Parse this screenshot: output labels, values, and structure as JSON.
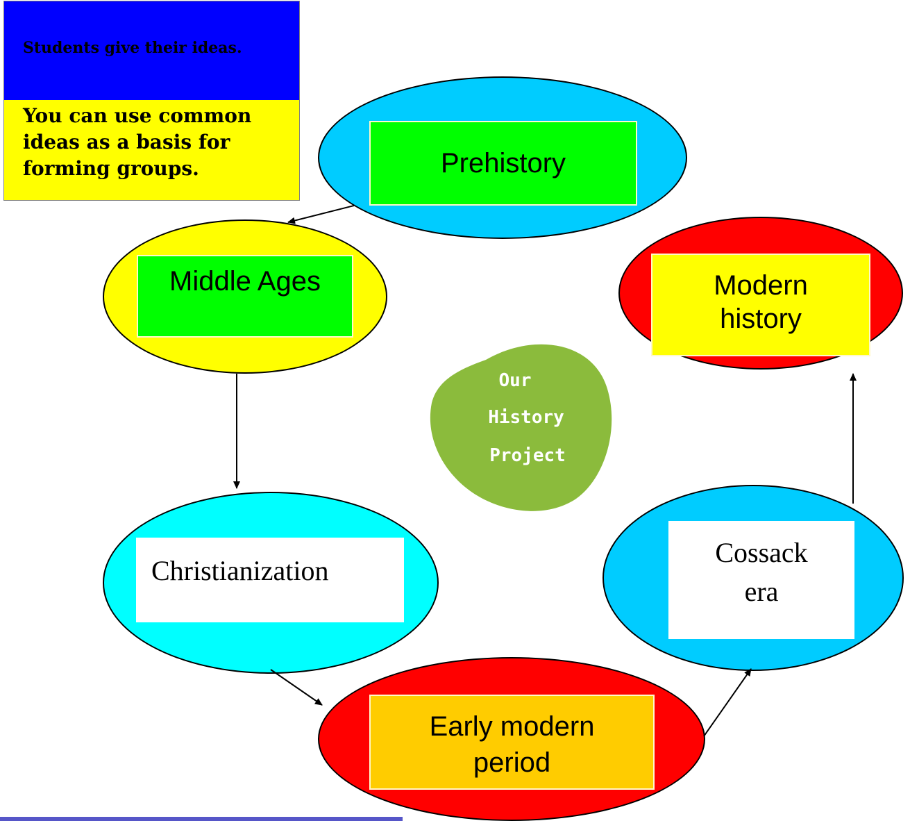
{
  "note": {
    "title": "Students give their ideas.",
    "body": "You can use common ideas as a basis for forming groups."
  },
  "nodes": {
    "prehistory": "Prehistory",
    "middle_ages": "Middle Ages",
    "modern_history": "Modern history",
    "christianization": "Christianization",
    "cossack_era": "Cossack era",
    "early_modern_period": "Early modern period"
  },
  "logo": {
    "line1": "Our",
    "line2": "History",
    "line3": "Project"
  },
  "colors": {
    "blue": "#0000ff",
    "yellow": "#ffff00",
    "sky": "#00ccff",
    "cyan": "#00ffff",
    "red": "#ff0000",
    "green": "#00ff00",
    "orange": "#ffcc00",
    "blob": "#8bbb3c"
  }
}
